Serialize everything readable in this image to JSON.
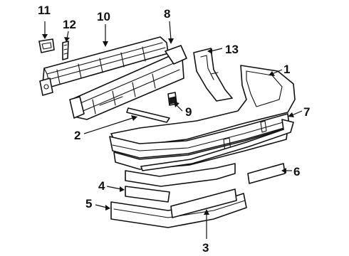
{
  "callouts": [
    {
      "id": "1",
      "text": "1",
      "part": "bumper-cover"
    },
    {
      "id": "2",
      "text": "2",
      "part": "step-pad"
    },
    {
      "id": "3",
      "text": "3",
      "part": "lower-molding"
    },
    {
      "id": "4",
      "text": "4",
      "part": "left-reflector-strip"
    },
    {
      "id": "5",
      "text": "5",
      "part": "valance-panel"
    },
    {
      "id": "6",
      "text": "6",
      "part": "right-reflector-strip"
    },
    {
      "id": "7",
      "text": "7",
      "part": "bumper-trim-molding"
    },
    {
      "id": "8",
      "text": "8",
      "part": "energy-absorber"
    },
    {
      "id": "9",
      "text": "9",
      "part": "clip"
    },
    {
      "id": "10",
      "text": "10",
      "part": "reinforcement-bar"
    },
    {
      "id": "11",
      "text": "11",
      "part": "license-plate-pad"
    },
    {
      "id": "12",
      "text": "12",
      "part": "bracket"
    },
    {
      "id": "13",
      "text": "13",
      "part": "side-extension"
    }
  ],
  "colors": {
    "line": "#111111",
    "background": "#ffffff"
  }
}
